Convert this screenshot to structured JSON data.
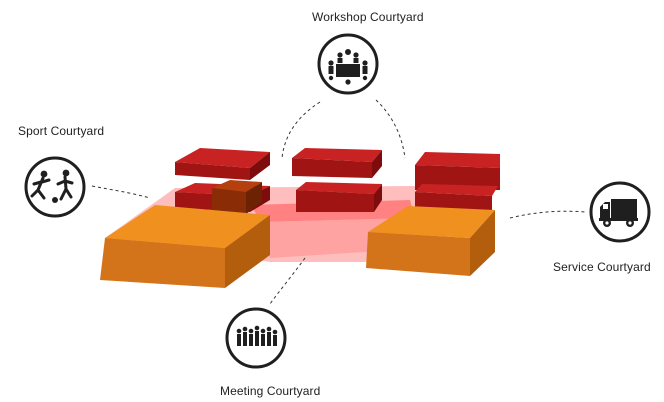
{
  "courtyards": {
    "workshop": {
      "label": "Workshop Courtyard",
      "icon": "meeting-table-icon"
    },
    "sport": {
      "label": "Sport Courtyard",
      "icon": "football-players-icon"
    },
    "service": {
      "label": "Service Courtyard",
      "icon": "delivery-truck-icon"
    },
    "meeting": {
      "label": "Meeting Courtyard",
      "icon": "crowd-icon"
    }
  },
  "colors": {
    "dark_red_top": "#c41e1e",
    "dark_red_side": "#8e0f0f",
    "dark_red_front": "#a81616",
    "orange_top": "#ee8a1f",
    "orange_side": "#c2650f",
    "orange_front": "#d4741a",
    "pink_courtyard": "#ff8a8a",
    "icon_ring": "#1f1f1f"
  }
}
